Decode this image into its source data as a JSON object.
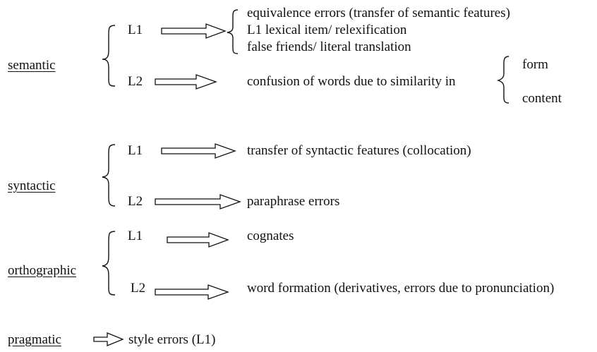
{
  "semantic": {
    "category": "semantic",
    "l1": {
      "label": "L1",
      "items": [
        "equivalence errors (transfer of semantic features)",
        "L1 lexical item/ relexification",
        "false friends/ literal translation"
      ]
    },
    "l2": {
      "label": "L2",
      "text": "confusion of words due to similarity in",
      "sub": [
        "form",
        "content"
      ]
    }
  },
  "syntactic": {
    "category": "syntactic",
    "l1": {
      "label": "L1",
      "text": "transfer of syntactic features (collocation)"
    },
    "l2": {
      "label": "L2",
      "text": "paraphrase errors"
    }
  },
  "orthographic": {
    "category": "orthographic",
    "l1": {
      "label": "L1",
      "text": "cognates"
    },
    "l2": {
      "label": "L2",
      "text": "word formation (derivatives, errors due to pronunciation)"
    }
  },
  "pragmatic": {
    "category": "pragmatic",
    "text": "style errors (L1)"
  }
}
